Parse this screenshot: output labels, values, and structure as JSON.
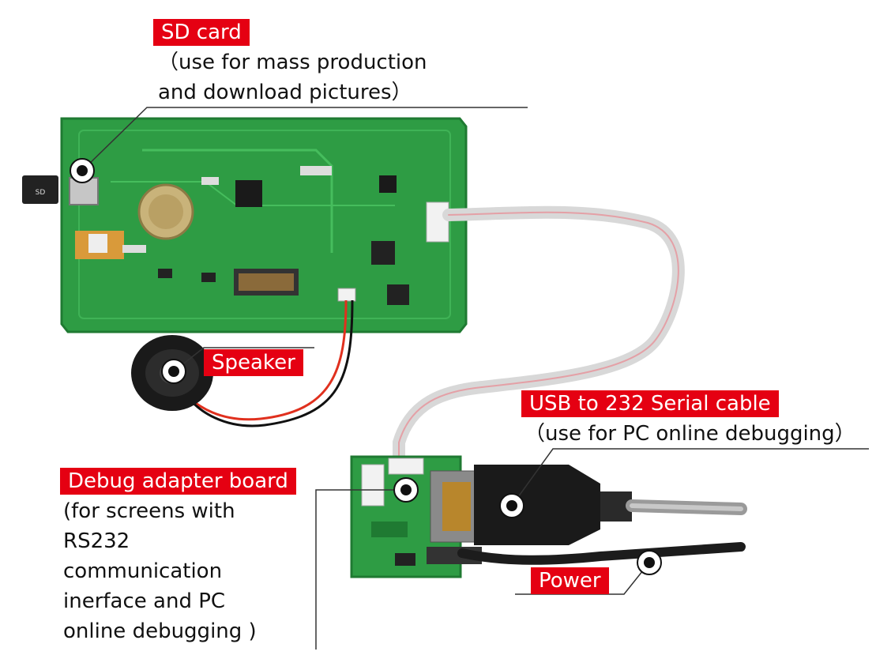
{
  "labels": {
    "sd_card": {
      "title": "SD card",
      "desc": [
        "（use for mass production",
        "and download pictures）"
      ]
    },
    "speaker": {
      "title": "Speaker"
    },
    "usb_cable": {
      "title": "USB to 232 Serial cable",
      "desc": [
        "（use for PC online debugging）"
      ]
    },
    "debug_board": {
      "title": "Debug adapter board",
      "desc": [
        "(for screens with",
        "RS232",
        "communication",
        "inerface and PC",
        "online debugging )"
      ]
    },
    "power": {
      "title": "Power"
    }
  },
  "colors": {
    "tag_bg": "#e50012",
    "pcb": "#2e9c44",
    "pcb_dark": "#1f7a32",
    "leader": "#333333"
  }
}
